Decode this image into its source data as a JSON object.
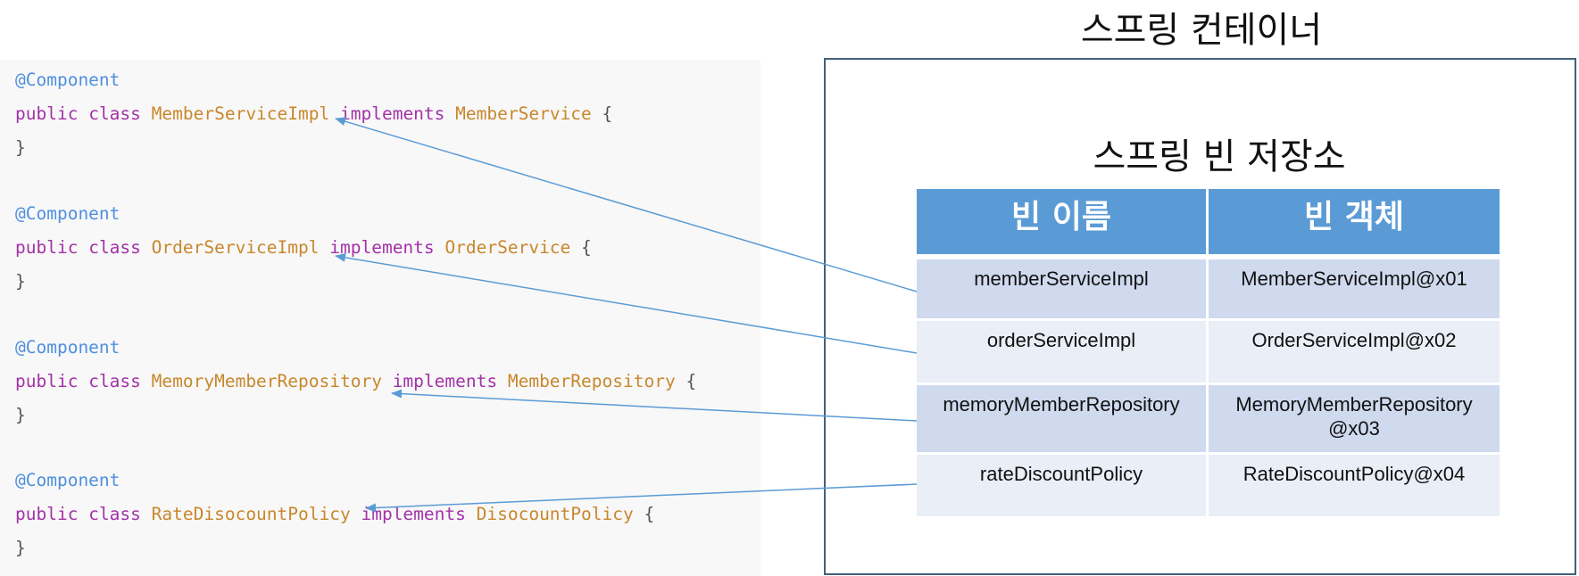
{
  "code": [
    {
      "annotation": "@Component",
      "kw1": "public",
      "kw2": "class",
      "class_name": "MemberServiceImpl",
      "kw3": "implements",
      "interface_name": "MemberService",
      "open_brace": "{",
      "close_brace": "}"
    },
    {
      "annotation": "@Component",
      "kw1": "public",
      "kw2": "class",
      "class_name": "OrderServiceImpl",
      "kw3": "implements",
      "interface_name": "OrderService",
      "open_brace": "{",
      "close_brace": "}"
    },
    {
      "annotation": "@Component",
      "kw1": "public",
      "kw2": "class",
      "class_name": "MemoryMemberRepository",
      "kw3": "implements",
      "interface_name": "MemberRepository",
      "open_brace": "{",
      "close_brace": "}"
    },
    {
      "annotation": "@Component",
      "kw1": "public",
      "kw2": "class",
      "class_name": "RateDisocountPolicy",
      "kw3": "implements",
      "interface_name": "DisocountPolicy",
      "open_brace": "{",
      "close_brace": "}"
    }
  ],
  "container": {
    "title": "스프링 컨테이너",
    "repository_title": "스프링 빈 저장소",
    "headers": [
      "빈 이름",
      "빈 객체"
    ],
    "rows": [
      [
        "memberServiceImpl",
        "MemberServiceImpl@x01"
      ],
      [
        "orderServiceImpl",
        "OrderServiceImpl@x02"
      ],
      [
        "memoryMemberRepository",
        "MemoryMemberRepository\n@x03"
      ],
      [
        "rateDiscountPolicy",
        "RateDiscountPolicy@x04"
      ]
    ]
  },
  "colors": {
    "annotation": "#4f8fe0",
    "keyword": "#a332a8",
    "class_name": "#c8872c",
    "punctuation": "#555555",
    "code_background": "#f8f8f8",
    "container_border": "#41607a",
    "header_background": "#5b9bd5",
    "row_dark": "#cfdaee",
    "row_light": "#e9eef7",
    "arrow": "#5b9bd5"
  }
}
